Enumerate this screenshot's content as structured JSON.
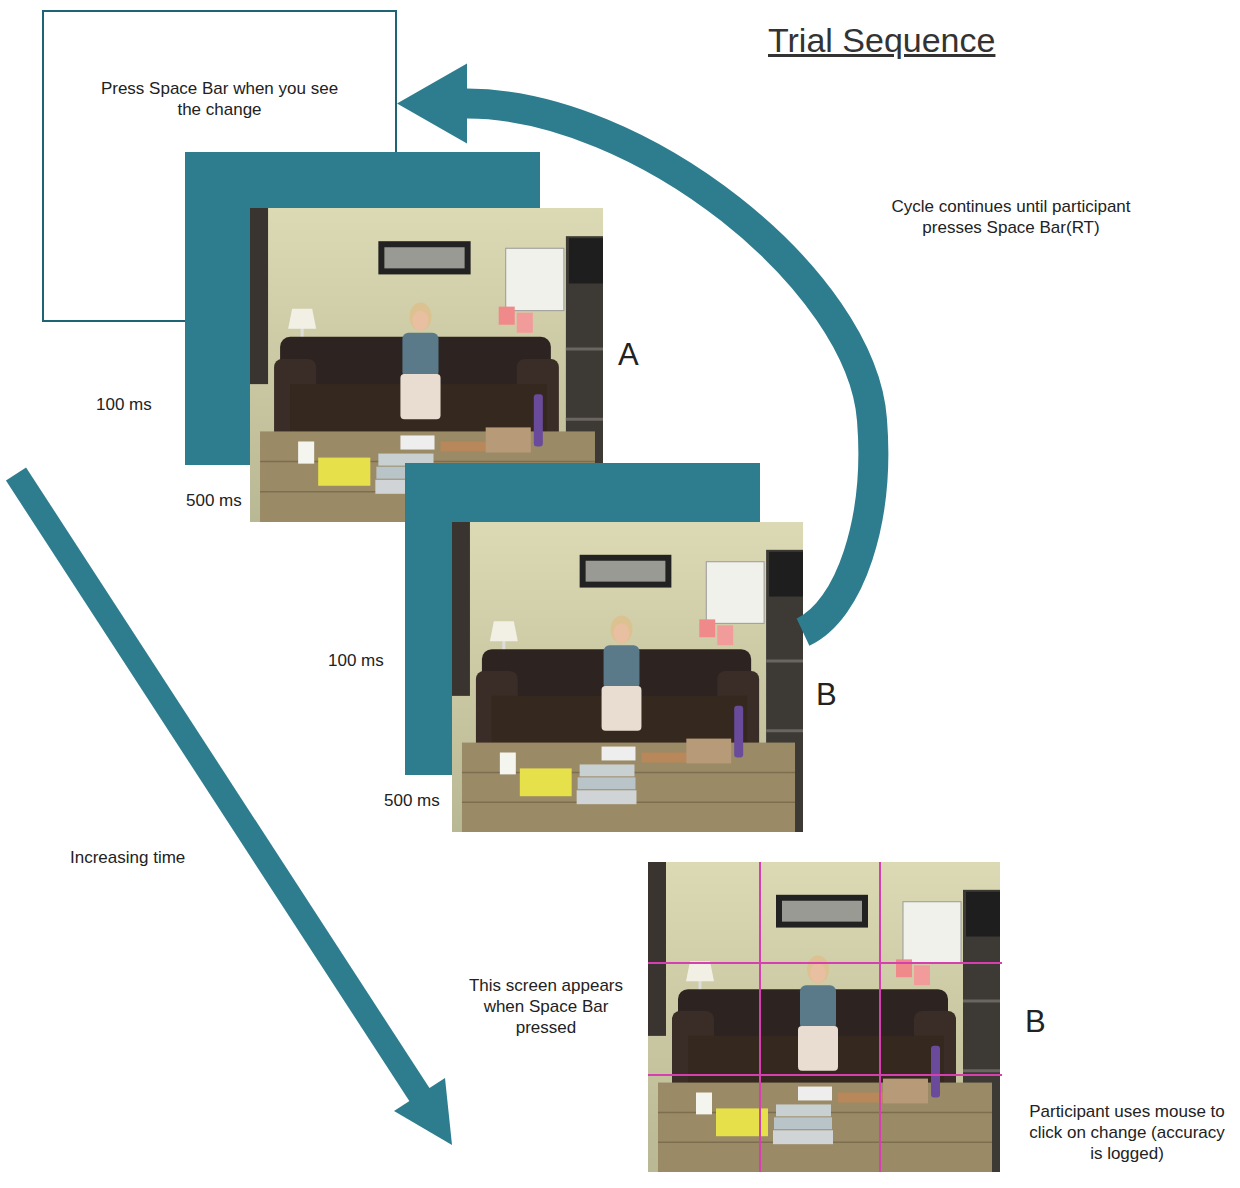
{
  "diagram": {
    "title": "Trial Sequence",
    "nodes": [
      {
        "text": [
          "Press Space Bar when you see the change"
        ]
      },
      {
        "text": [
          "A"
        ]
      },
      {
        "text": [
          "B"
        ]
      },
      {
        "text": [
          "B"
        ]
      }
    ],
    "edges": [
      {
        "from": 2,
        "to": 0,
        "arrow": "to"
      }
    ],
    "labels": [
      "Cycle continues until participant presses Space Bar(RT)",
      "100 ms",
      "500 ms",
      "100 ms",
      "500 ms",
      "Increasing time",
      "This screen appears when Space Bar pressed",
      "Participant uses mouse to click on change (accuracy is logged)"
    ]
  }
}
